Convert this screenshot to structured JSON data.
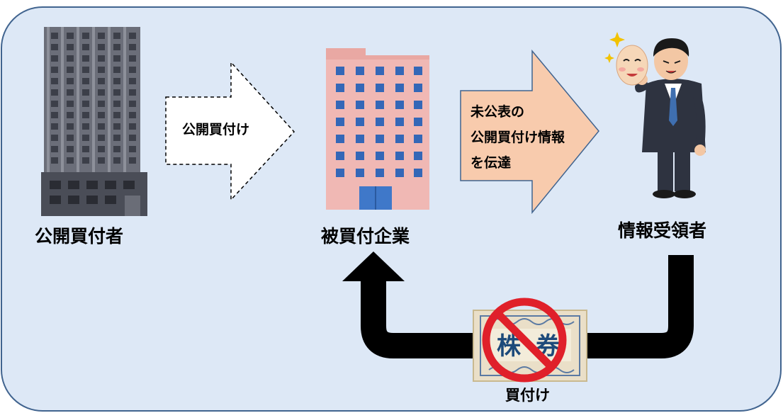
{
  "colors": {
    "panel_fill": "#dde8f6",
    "panel_border": "#41648f",
    "peach_arrow": "#f8cbad",
    "white_arrow": "#ffffff",
    "black_arrow": "#000000",
    "prohibit_red": "#e0202a",
    "grey_building": "#6b6e79",
    "pink_building": "#f0b8b4",
    "window_blue": "#3467b7"
  },
  "actors": {
    "tender_offeror": "公開買付者",
    "target_company": "被買付企業",
    "recipient": "情報受領者"
  },
  "arrows": {
    "tender_offer_label": "公開買付け",
    "convey_lines": [
      "未公表の",
      "公開買付け情報",
      "を伝達"
    ],
    "purchase_label": "買付け"
  },
  "stock_certificate": {
    "left_char": "株",
    "right_char": "券"
  },
  "icons": {
    "grey_building": "office-tower-icon",
    "pink_building": "office-building-icon",
    "person": "masked-businessman-icon",
    "stock": "stock-certificate-icon",
    "prohibition": "no-sign-icon"
  }
}
